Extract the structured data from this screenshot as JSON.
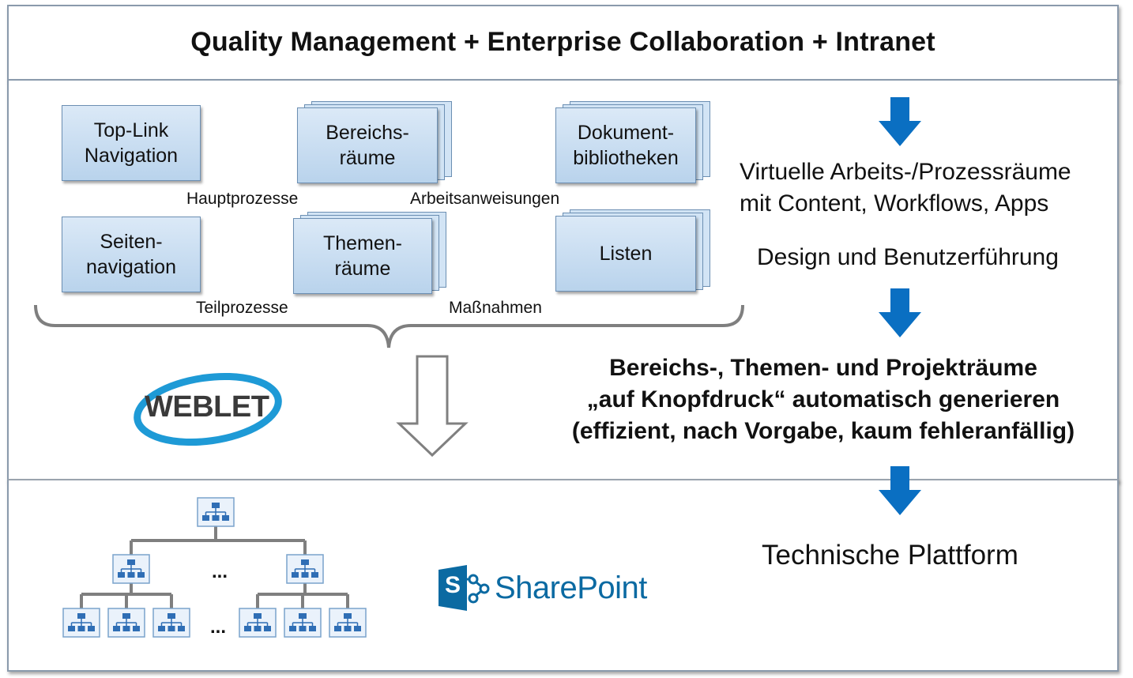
{
  "title": "Quality Management + Enterprise Collaboration + Intranet",
  "boxes": {
    "top_link": "Top-Link\nNavigation",
    "bereichs": "Bereichs-\nräume",
    "dokument": "Dokument-\nbibliotheken",
    "seiten": "Seiten-\nnavigation",
    "themen": "Themen-\nräume",
    "listen": "Listen"
  },
  "labels": {
    "hauptprozesse": "Hauptprozesse",
    "arbeitsanweisungen": "Arbeitsanweisungen",
    "teilprozesse": "Teilprozesse",
    "massnahmen": "Maßnahmen"
  },
  "right": {
    "virtuelle_line1": "Virtuelle Arbeits-/Prozessräume",
    "virtuelle_line2": "mit Content, Workflows, Apps",
    "design": "Design und Benutzerführung",
    "bold_line1": "Bereichs-, Themen- und Projekträume",
    "bold_line2": "„auf Knopfdruck“ automatisch generieren",
    "bold_line3": "(effizient, nach Vorgabe, kaum fehleranfällig)",
    "technische": "Technische Plattform"
  },
  "logos": {
    "weblet": "WEBLET",
    "sharepoint": "SharePoint",
    "sharepoint_letter": "S"
  },
  "hierarchy": {
    "ellipsis": "..."
  },
  "colors": {
    "arrow_blue": "#0a6fc2",
    "box_fill": "#c5dbf0",
    "sharepoint_blue": "#0b6aa2",
    "weblet_blue": "#1e9ad6"
  }
}
